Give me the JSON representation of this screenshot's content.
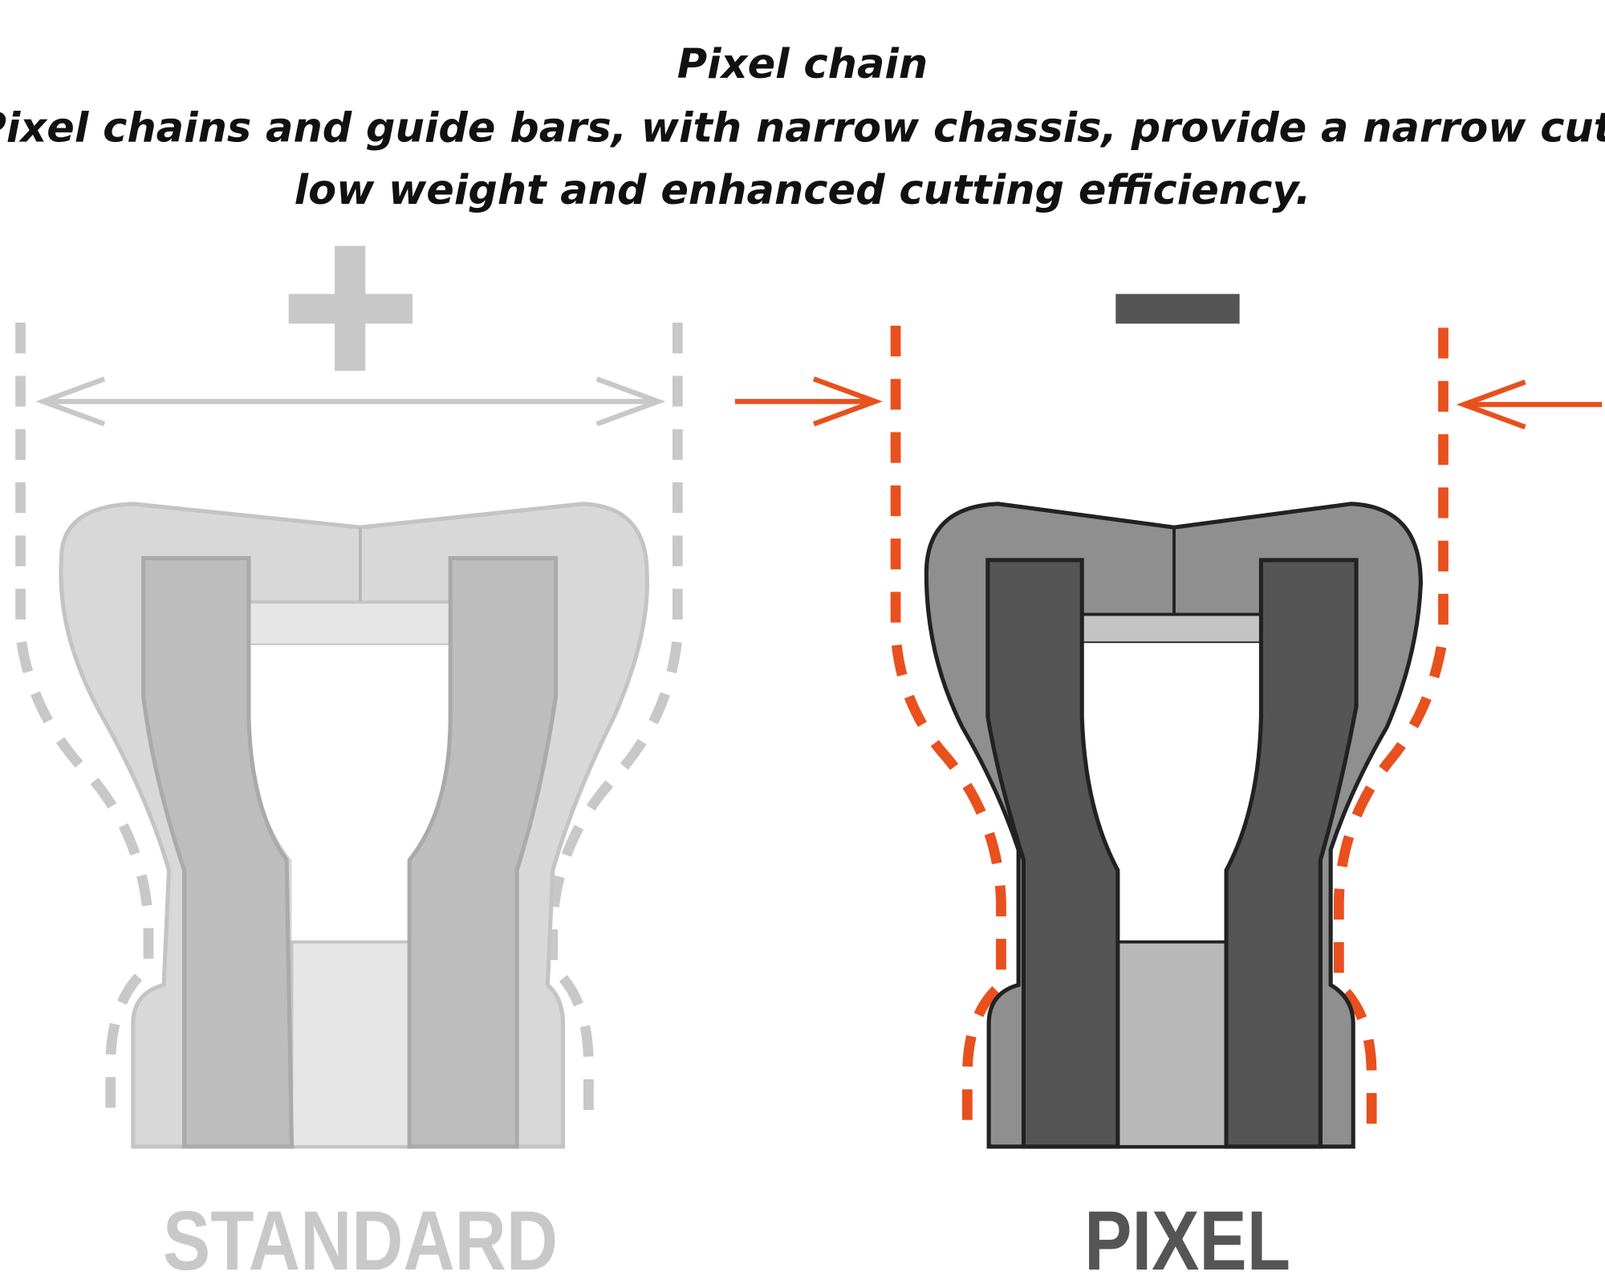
{
  "title": {
    "line1": "Pixel chain",
    "line2": "Pixel chains and guide bars, with narrow chassis, provide a narrow cut,",
    "line3": "low weight and enhanced cutting efficiency."
  },
  "standard": {
    "label": "STANDARD",
    "symbol": "plus-icon",
    "color": "#c8c8c8"
  },
  "pixel": {
    "label": "PIXEL",
    "symbol": "minus-icon",
    "color": "#555555",
    "accent": "#e8501e"
  }
}
